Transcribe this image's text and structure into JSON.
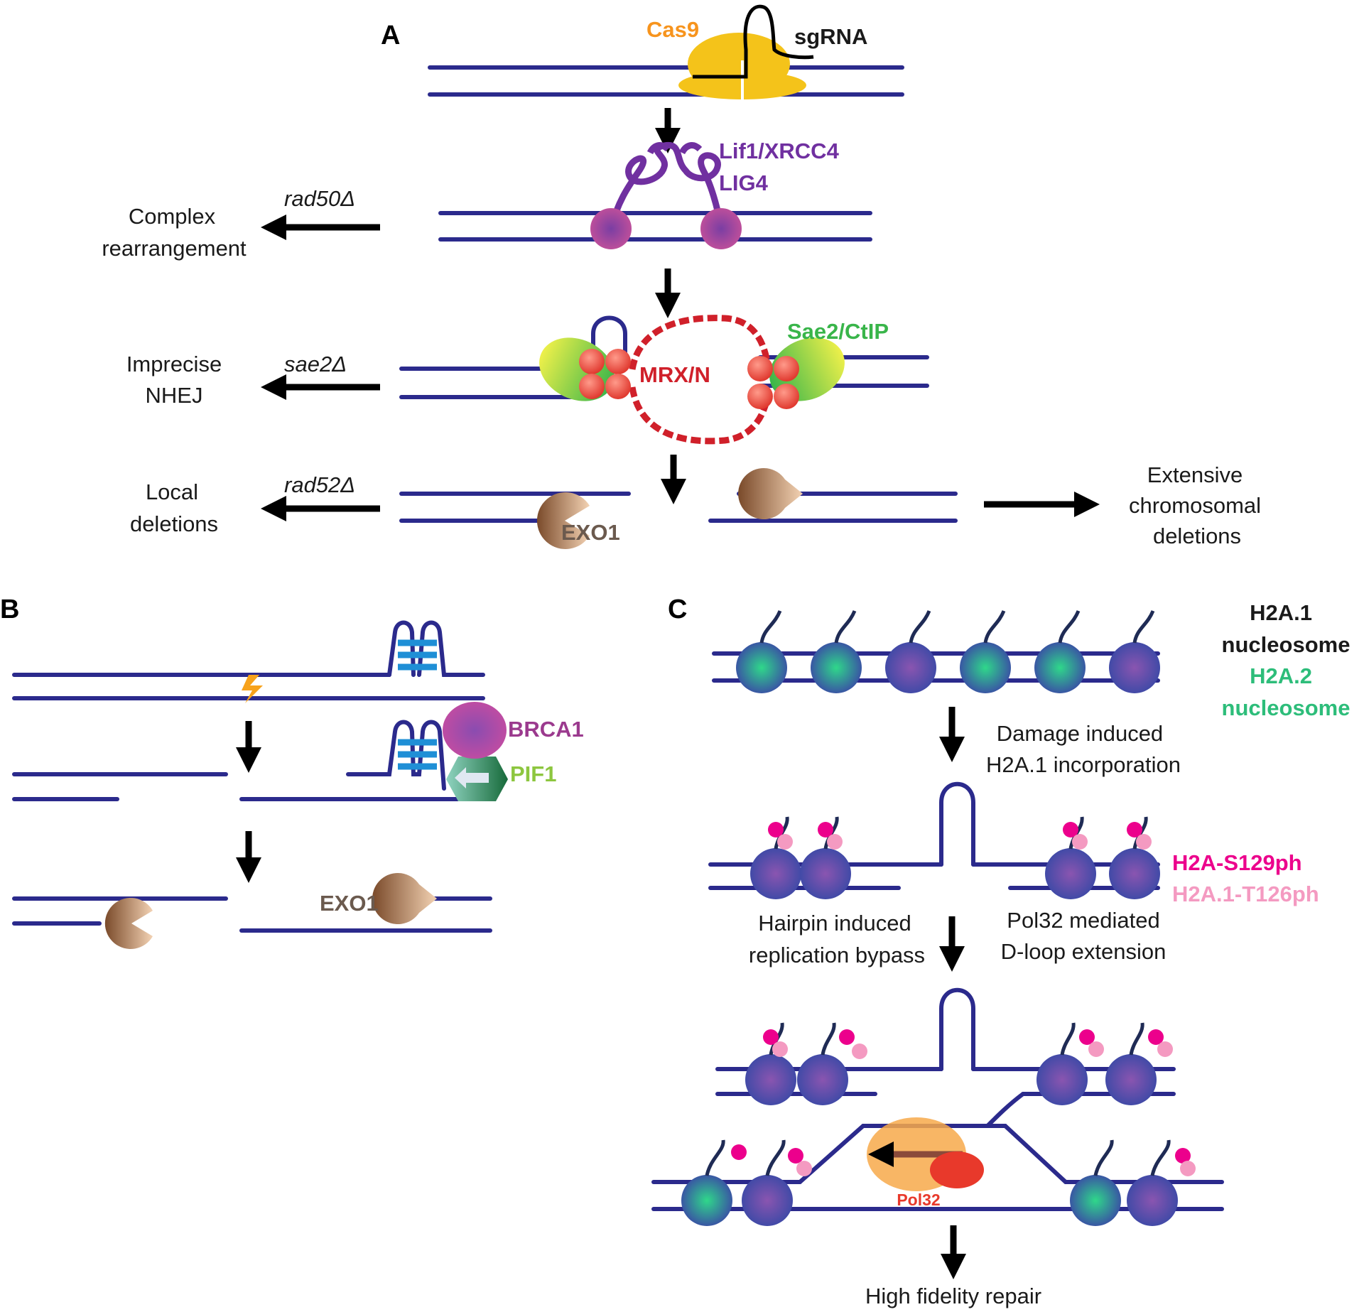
{
  "panels": {
    "A": "A",
    "B": "B",
    "C": "C"
  },
  "panel_a": {
    "cas9": "Cas9",
    "sgrna": "sgRNA",
    "lif1_xrcc4": "Lif1/XRCC4",
    "lig4": "LIG4",
    "rad50_mutant": "rad50Δ",
    "complex_line1": "Complex",
    "complex_line2": "rearrangement",
    "sae2_ctip": "Sae2/CtIP",
    "mrx_n": "MRX/N",
    "sae2_mutant": "sae2Δ",
    "imprecise_line1": "Imprecise",
    "imprecise_line2": "NHEJ",
    "rad52_mutant": "rad52Δ",
    "local_line1": "Local",
    "local_line2": "deletions",
    "exo1": "EXO1",
    "extensive_line1": "Extensive",
    "extensive_line2": "chromosomal",
    "extensive_line3": "deletions"
  },
  "panel_b": {
    "brca1": "BRCA1",
    "pif1": "PIF1",
    "exo1": "EXO1"
  },
  "panel_c": {
    "legend_h2a1_line1": "H2A.1",
    "legend_h2a1_line2": "nucleosome",
    "legend_h2a2_line1": "H2A.2",
    "legend_h2a2_line2": "nucleosome",
    "damage_line1": "Damage induced",
    "damage_line2": "H2A.1 incorporation",
    "s129ph": "H2A-S129ph",
    "t126ph": "H2A.1-T126ph",
    "hairpin_line1": "Hairpin induced",
    "hairpin_line2": "replication bypass",
    "pol32_line1": "Pol32 mediated",
    "pol32_line2": "D-loop extension",
    "pol32": "Pol32",
    "final": "High fidelity repair"
  },
  "colors": {
    "dna": "#2b2a8c",
    "cas9": "#f4c31a",
    "cas9_label": "#f7941d",
    "lif1_lig4": "#7030a0",
    "mrx": "#e0392f",
    "mrx_label": "#d0202a",
    "sae2_label": "#39b54a",
    "exo1": "#8b5a3c",
    "exo1_label": "#6b5a4e",
    "brca1": "#9b3a8e",
    "pif1": "#1e7a4a",
    "pif1_label": "#8dc63f",
    "h2a1_nucleosome": "#5a4fa0",
    "h2a2_nucleosome": "#2dbd7a",
    "s129ph": "#ec008c",
    "t126ph": "#f49ac1",
    "pol32": "#e8392b",
    "polymerase": "#f7a94a",
    "g4": "#1f8fd6",
    "break": "#f7a21b"
  }
}
